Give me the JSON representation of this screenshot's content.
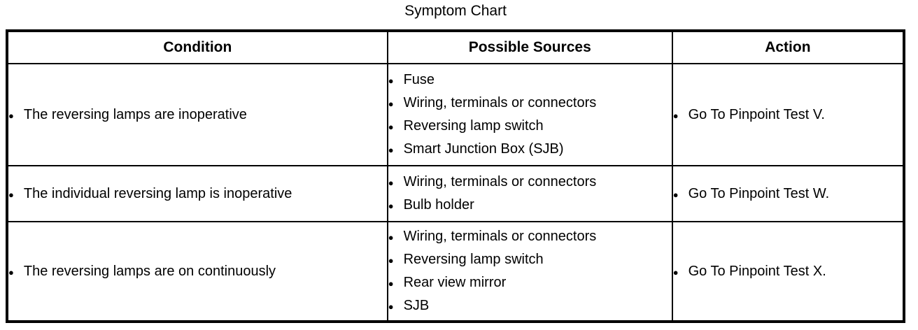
{
  "title": "Symptom Chart",
  "icons": {
    "bullet": "●"
  },
  "colors": {
    "border": "#000000",
    "text": "#000000",
    "background": "#ffffff"
  },
  "table": {
    "headers": [
      "Condition",
      "Possible Sources",
      "Action"
    ],
    "rows": [
      {
        "condition": "The reversing lamps are inoperative",
        "sources": [
          "Fuse",
          "Wiring, terminals or connectors",
          "Reversing lamp switch",
          "Smart Junction Box (SJB)"
        ],
        "action": "Go To Pinpoint Test V."
      },
      {
        "condition": "The individual reversing lamp is inoperative",
        "sources": [
          "Wiring, terminals or connectors",
          "Bulb holder"
        ],
        "action": "Go To Pinpoint Test W."
      },
      {
        "condition": "The reversing lamps are on continuously",
        "sources": [
          "Wiring, terminals or connectors",
          "Reversing lamp switch",
          "Rear view mirror",
          "SJB"
        ],
        "action": "Go To Pinpoint Test X."
      }
    ]
  }
}
